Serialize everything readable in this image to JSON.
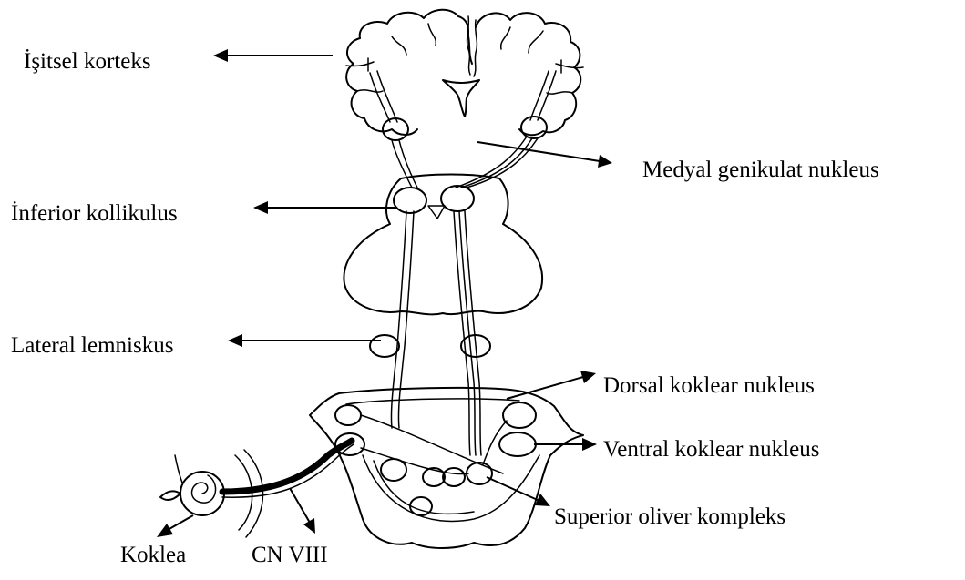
{
  "labels": {
    "cortex": "İşitsel korteks",
    "medial_geniculate": "Medyal genikulat nukleus",
    "inferior_colliculus": "İnferior kollikulus",
    "lateral_lemniscus": "Lateral lemniskus",
    "dorsal_cochlear": "Dorsal koklear nukleus",
    "ventral_cochlear": "Ventral koklear nukleus",
    "superior_olivary": "Superior oliver kompleks",
    "cochlea": "Koklea",
    "cn8": "CN VIII"
  },
  "colors": {
    "ink": "#000000",
    "background": "#ffffff"
  }
}
